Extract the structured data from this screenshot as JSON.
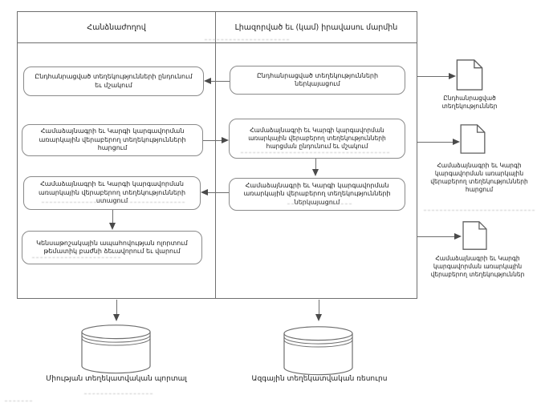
{
  "diagram": {
    "type": "flowchart-swimlane",
    "colors": {
      "background": "#ffffff",
      "frame_line": "#6f6f6f",
      "box_border": "#8a8a8a",
      "arrow": "#4a4a4a",
      "text": "#1c1c1c"
    },
    "lanes": [
      {
        "title": "Հանձնաժողով"
      },
      {
        "title": "Լիազորված եւ (կամ) իրավասու մարմին"
      }
    ],
    "left_steps": [
      {
        "label": "Ընդհանրացված տեղեկությունների ընդունում եւ մշակում"
      },
      {
        "label": "Համաձայնագրի եւ Կարգի կարգավորման առարկային վերաբերող տեղեկությունների հարցում"
      },
      {
        "label": "Համաձայնագրի եւ Կարգի կարգավորման առարկային վերաբերող տեղեկությունների ստացում"
      },
      {
        "label": "Կենսաթոշակային ապահովության ոլորտում թեմատիկ բաժնի ձեւավորում եւ վարում"
      }
    ],
    "right_steps": [
      {
        "label": "Ընդհանրացված տեղեկությունների ներկայացում"
      },
      {
        "label": "Համաձայնագրի եւ Կարգի կարգավորման առարկային վերաբերող տեղեկությունների հարցման ընդունում եւ մշակում"
      },
      {
        "label": "Համաձայնագրի եւ Կարգի կարգավորման առարկային վերաբերող տեղեկությունների ներկայացում"
      }
    ],
    "documents": [
      {
        "icon": "document-icon",
        "label": "Ընդհանրացված տեղեկություններ"
      },
      {
        "icon": "document-icon",
        "label": "Համաձայնագրի եւ Կարգի կարգավորման առարկային վերաբերող տեղեկությունների հարցում"
      },
      {
        "icon": "document-icon",
        "label": "Համաձայնագրի եւ Կարգի կարգավորման առարկային վերաբերող տեղեկություններ"
      }
    ],
    "databases": [
      {
        "icon": "database-icon",
        "label": "Միության տեղեկատվական պորտալ"
      },
      {
        "icon": "database-icon",
        "label": "Ազգային տեղեկատվական ռեսուրս"
      }
    ]
  }
}
